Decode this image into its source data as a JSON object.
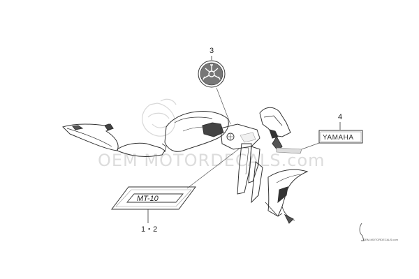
{
  "callouts": {
    "part_3": "3",
    "part_4": "4",
    "part_1_2": "1・2"
  },
  "decals": {
    "yamaha_label": "YAMAHA",
    "model_label": "MT-10"
  },
  "watermark": {
    "main_text": "OEM MOTORDECALS.com",
    "corner_text": "OEM-MOTORDECALS.com"
  },
  "colors": {
    "line": "#333333",
    "watermark": "#dcdcdc",
    "shading": "#666666"
  }
}
